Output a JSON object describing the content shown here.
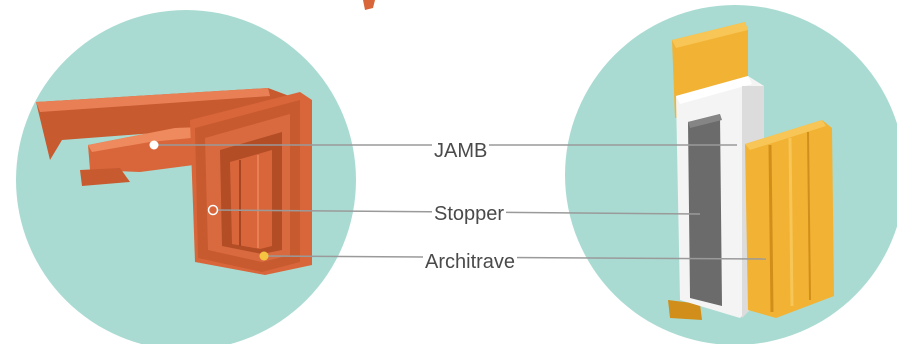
{
  "labels": {
    "jamb": "JAMB",
    "stopper": "Stopper",
    "architrave": "Architrave"
  },
  "colors": {
    "circle_bg": "#a9dbd2",
    "wood_left": "#d9663a",
    "wood_left_dark": "#b24d26",
    "wood_left_light": "#e98055",
    "wood_right": "#f2b233",
    "wood_right_dark": "#d18e1a",
    "wood_right_light": "#f7c656",
    "panel_white": "#f4f4f4",
    "panel_grey": "#6b6b6b",
    "leader_line": "#9a9a9a",
    "dot_white": "#ffffff",
    "dot_yellow": "#f5c542"
  },
  "icons": {
    "left_model": "door-frame-corner-illustration",
    "right_model": "door-frame-section-illustration"
  }
}
